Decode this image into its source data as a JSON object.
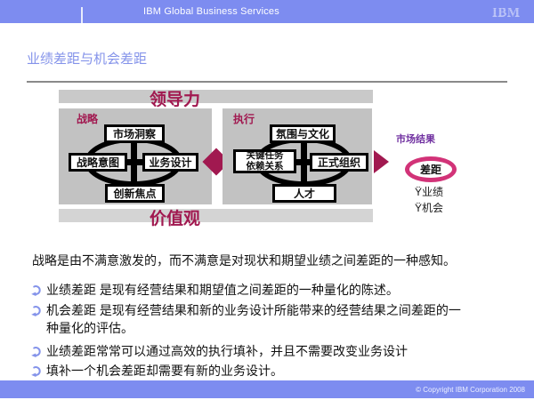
{
  "header": {
    "brand": "IBM Global Business Services",
    "logo_text": "IBM"
  },
  "slide": {
    "title": "业绩差距与机会差距"
  },
  "diagram": {
    "leadership_band": "领导力",
    "values_band": "价值观",
    "strategy": {
      "label": "战略",
      "top": "市场洞察",
      "left": "战略意图",
      "right": "业务设计",
      "bottom": "创新焦点"
    },
    "execution": {
      "label": "执行",
      "top": "氛围与文化",
      "left_line1": "关键任务",
      "left_line2": "依赖关系",
      "right": "正式组织",
      "bottom": "人才"
    },
    "market_result_label": "市场结果",
    "gap_label": "差距",
    "gap_items": [
      {
        "text": "Ÿ业绩"
      },
      {
        "text": "Ÿ机会"
      }
    ]
  },
  "body": {
    "intro": "战略是由不满意激发的，而不满意是对现状和期望业绩之间差距的一种感知。",
    "bullets": [
      {
        "text": "业绩差距 是现有经营结果和期望值之间差距的一种量化的陈述。"
      },
      {
        "text": "机会差距 是现有经营结果和新的业务设计所能带来的经营结果之间差距的一种量化的评估。"
      },
      {
        "text": "业绩差距常常可以通过高效的执行填补，并且不需要改变业务设计"
      },
      {
        "text": "填补一个机会差距却需要有新的业务设计。"
      }
    ]
  },
  "footer": {
    "copyright": "© Copyright IBM Corporation 2008"
  },
  "colors": {
    "bar_blue": "#7d8cf0",
    "title_blue": "#8493ea",
    "crimson": "#a11950",
    "oval_pink": "#d23378",
    "purple": "#7030a0",
    "panel_gray": "#c2c2c2",
    "band_gray": "#c9c9c9"
  }
}
